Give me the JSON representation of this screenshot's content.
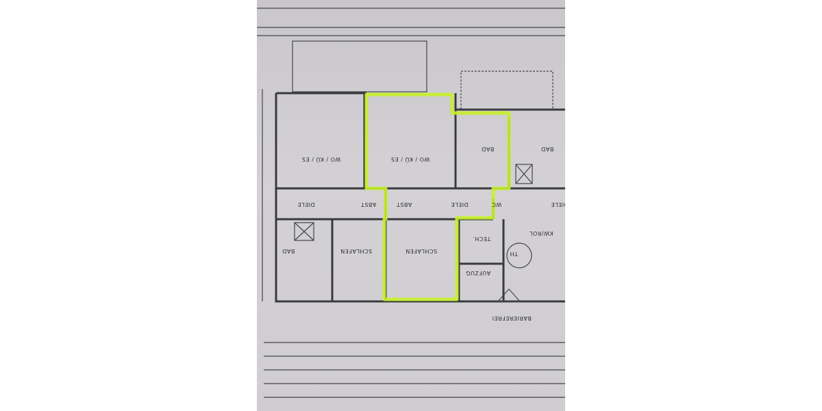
{
  "plan": {
    "rooms": [
      {
        "id": "wo-left",
        "label": "WO / KÜ / ES"
      },
      {
        "id": "wo-mid",
        "label": "WO / KÜ / ES"
      },
      {
        "id": "bad-mid",
        "label": "BAD"
      },
      {
        "id": "bad-right",
        "label": "BAD"
      },
      {
        "id": "diele-left",
        "label": "DIELE"
      },
      {
        "id": "abst-left",
        "label": "ABST"
      },
      {
        "id": "abst-mid",
        "label": "ABST"
      },
      {
        "id": "diele-mid",
        "label": "DIELE"
      },
      {
        "id": "wc",
        "label": "WC"
      },
      {
        "id": "diele-right",
        "label": "DIELE"
      },
      {
        "id": "bad-left",
        "label": "BAD"
      },
      {
        "id": "schlafen-left",
        "label": "SCHLAFEN"
      },
      {
        "id": "schlafen-mid",
        "label": "SCHLAFEN"
      },
      {
        "id": "tech",
        "label": "TECH."
      },
      {
        "id": "kwrol",
        "label": "KW/ROL"
      },
      {
        "id": "aufzug",
        "label": "AUFZUG"
      },
      {
        "id": "th",
        "label": "TH"
      }
    ],
    "entrance_label": "BARIEREFREI",
    "highlight_color": "#c8f02a",
    "text_orientation": "upside-down"
  }
}
